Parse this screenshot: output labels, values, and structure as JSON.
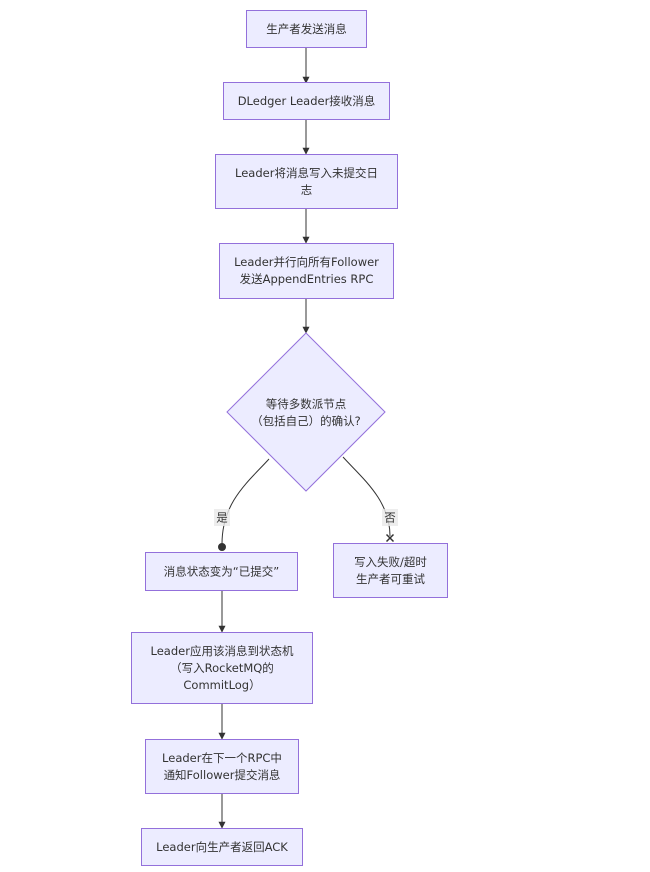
{
  "diagram": {
    "nodes": [
      {
        "id": "producer_send",
        "shape": "rect",
        "lines": [
          "生产者发送消息"
        ]
      },
      {
        "id": "leader_receive",
        "shape": "rect",
        "lines": [
          "DLedger Leader接收消息"
        ]
      },
      {
        "id": "write_uncommitted",
        "shape": "rect",
        "lines": [
          "Leader将消息写入未提交日",
          "志"
        ]
      },
      {
        "id": "append_entries",
        "shape": "rect",
        "lines": [
          "Leader并行向所有Follower",
          "发送AppendEntries RPC"
        ]
      },
      {
        "id": "wait_majority",
        "shape": "diamond",
        "lines": [
          "等待多数派节点",
          "（包括自己）的确认?"
        ]
      },
      {
        "id": "committed",
        "shape": "rect",
        "lines": [
          "消息状态变为“已提交”"
        ]
      },
      {
        "id": "failed",
        "shape": "rect",
        "lines": [
          "写入失败/超时",
          "生产者可重试"
        ]
      },
      {
        "id": "apply_state_machine",
        "shape": "rect",
        "lines": [
          "Leader应用该消息到状态机",
          "（写入RocketMQ的",
          "CommitLog）"
        ]
      },
      {
        "id": "notify_followers",
        "shape": "rect",
        "lines": [
          "Leader在下一个RPC中",
          "通知Follower提交消息"
        ]
      },
      {
        "id": "return_ack",
        "shape": "rect",
        "lines": [
          "Leader向生产者返回ACK"
        ]
      }
    ],
    "edge_labels": {
      "yes": "是",
      "no": "否"
    },
    "colors": {
      "node_fill": "#ECECFF",
      "node_border": "#9370DB",
      "edge": "#333333",
      "text": "#333333"
    }
  }
}
